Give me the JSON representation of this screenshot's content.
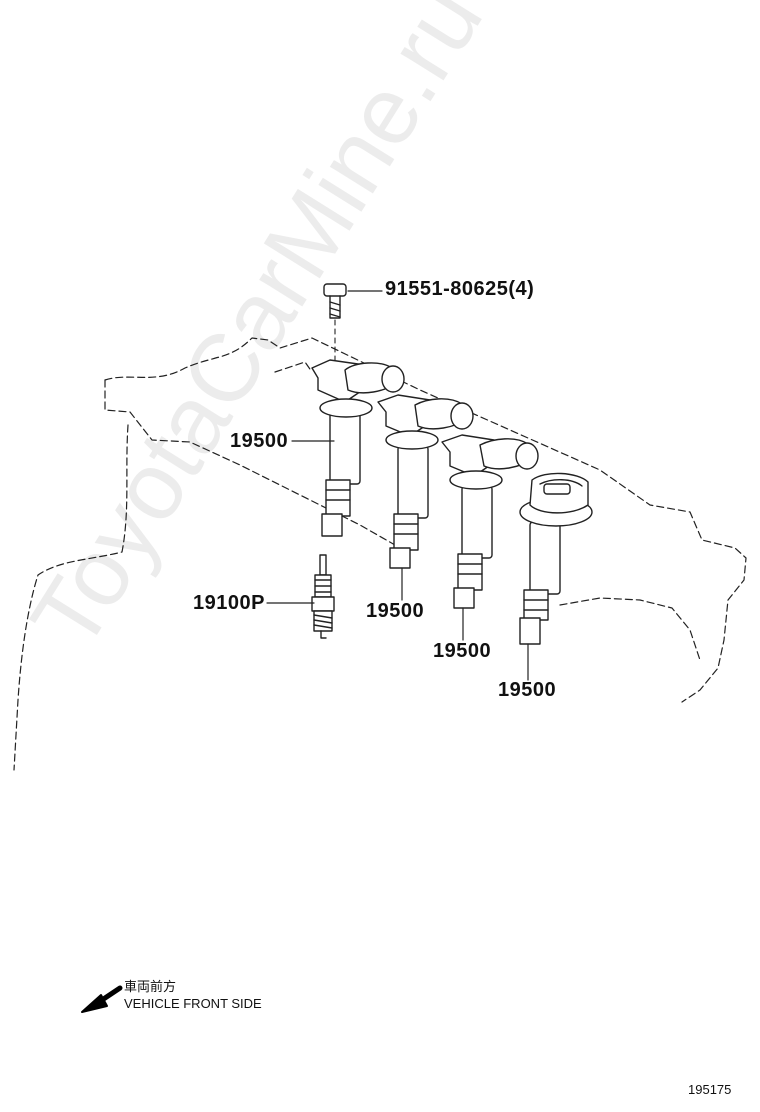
{
  "diagram": {
    "labels": {
      "bolt": "91551-80625(4)",
      "coil_1": "19500",
      "coil_2": "19500",
      "coil_3": "19500",
      "coil_4": "19500",
      "spark_plug": "19100P"
    },
    "direction": {
      "japanese": "車両前方",
      "english": "VEHICLE FRONT SIDE",
      "icon": "arrow-down-left-icon"
    },
    "figure_id": "195175",
    "watermark": "ToyotaCarMine.ru"
  }
}
